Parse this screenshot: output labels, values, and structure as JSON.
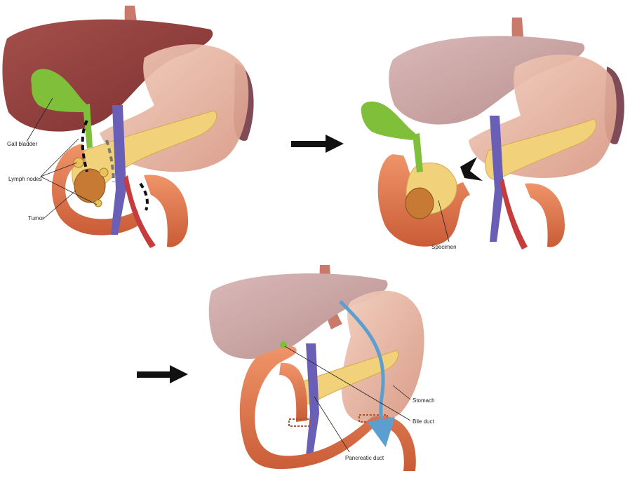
{
  "panels": {
    "before": {
      "labels": {
        "gall_bladder": "Gall bladder",
        "lymph_nodes": "Lymph nodes",
        "tumor": "Tumor"
      }
    },
    "resection": {
      "labels": {
        "specimen": "Specimen"
      }
    },
    "reconstruction": {
      "labels": {
        "stomach": "Stomach",
        "bile_duct": "Bile duct",
        "pancreatic_duct": "Pancreatic duct"
      }
    }
  },
  "colors": {
    "liver": "#8e3e3c",
    "liver_faded": "#c9a3a3",
    "stomach": "#e7b5a4",
    "gallbladder": "#7fbf3a",
    "pancreas": "#f1d27a",
    "intestine": "#e27a4e",
    "vein": "#6a5fb6",
    "artery": "#c63c3c",
    "flow_arrow": "#5b9fd0",
    "tumor": "#c67a33"
  },
  "icons": [
    "right-arrow-icon",
    "right-arrow-icon",
    "chevron-arrow-icon"
  ]
}
